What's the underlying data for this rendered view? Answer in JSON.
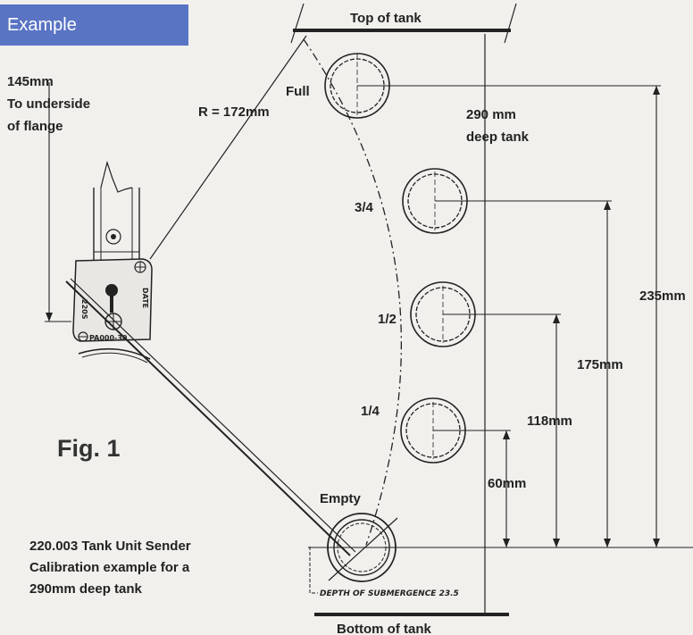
{
  "badge": "Example",
  "figure": {
    "fig_label": "Fig. 1",
    "caption_lines": [
      "220.003 Tank Unit Sender",
      "Calibration example for a",
      "290mm deep tank"
    ],
    "flange_note_lines": [
      "145mm",
      "To underside",
      "of flange"
    ],
    "radius_label": "R = 172mm",
    "top_label": "Top of tank",
    "bottom_label": "Bottom of tank",
    "depth_label_lines": [
      "290 mm",
      "deep tank"
    ],
    "positions": [
      {
        "label": "Full"
      },
      {
        "label": "3/4"
      },
      {
        "label": "1/2"
      },
      {
        "label": "1/4"
      },
      {
        "label": "Empty"
      }
    ],
    "heights": [
      "235mm",
      "175mm",
      "118mm",
      "60mm"
    ],
    "submergence_note": "DEPTH OF SUBMERGENCE 23.5",
    "sender_marks": {
      "left": "220S",
      "right": "DATE",
      "bottom": "PA000-30"
    }
  }
}
